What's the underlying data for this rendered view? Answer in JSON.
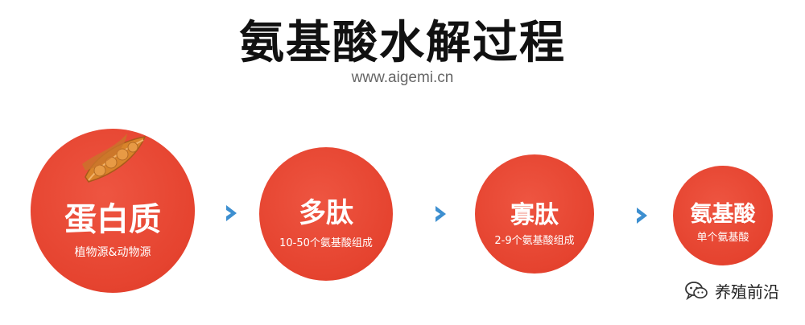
{
  "title": "氨基酸水解过程",
  "url": "www.aigemi.cn",
  "stages": [
    {
      "name": "蛋白质",
      "sub": "植物源&动物源"
    },
    {
      "name": "多肽",
      "sub": "10-50个氨基酸组成"
    },
    {
      "name": "寡肽",
      "sub": "2-9个氨基酸组成"
    },
    {
      "name": "氨基酸",
      "sub": "单个氨基酸"
    }
  ],
  "watermark": "养殖前沿",
  "icons": {
    "arrow": "chevron-right-icon",
    "beans": "bean-pod-icon",
    "watermark": "wechat-icon"
  },
  "colors": {
    "circle": "#e5432f",
    "arrow": "#3d8fd0",
    "title": "#111111",
    "url": "#666666"
  }
}
